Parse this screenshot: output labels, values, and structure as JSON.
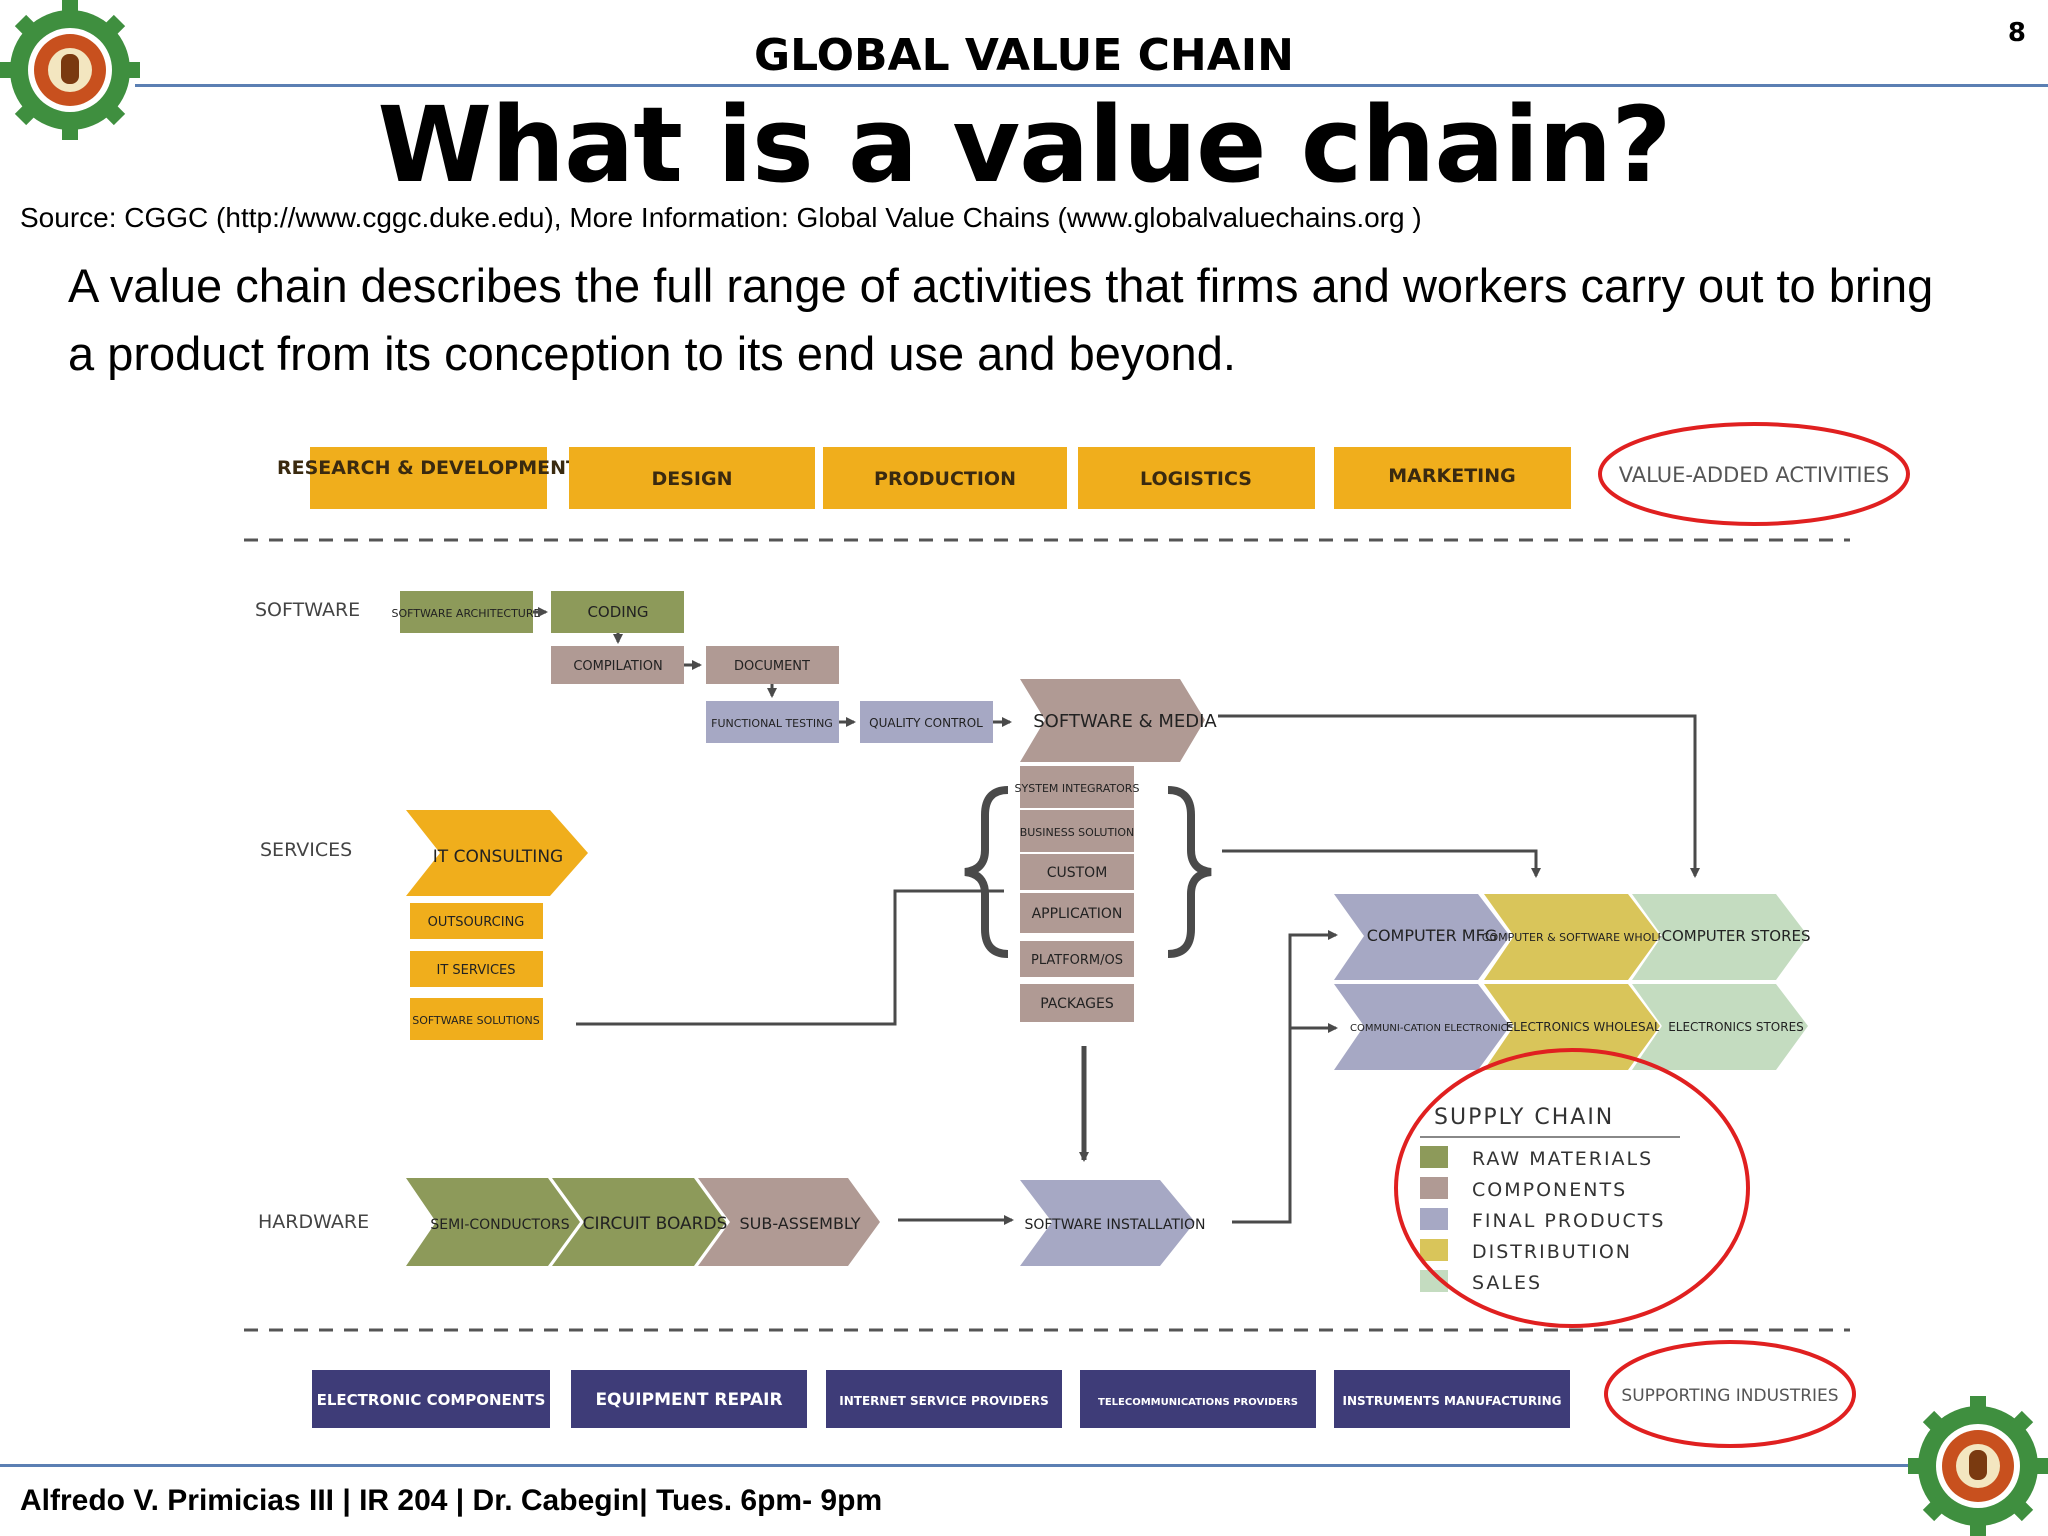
{
  "header": {
    "title": "GLOBAL VALUE CHAIN",
    "page_number": "8"
  },
  "slide": {
    "title": "What is a value chain?",
    "source": "Source: CGGC (http://www.cggc.duke.edu), More Information: Global Value Chains (www.globalvaluechains.org )",
    "description": "A value chain describes the full range of activities that firms and workers carry out to bring a product from its conception to its end use and beyond."
  },
  "footer": {
    "text": "Alfredo V. Primicias III | IR 204 | Dr. Cabegin| Tues. 6pm- 9pm"
  },
  "colors": {
    "raw_materials": "#8d9a5a",
    "components": "#b09a94",
    "final_products": "#a6a8c4",
    "distribution": "#d9c55a",
    "sales": "#c4dcc0",
    "value_added": "#f0ae1c",
    "supporting": "#3e3c78",
    "highlight_circle": "#e02020",
    "rule": "#5b7fb3"
  },
  "diagram": {
    "value_added_activities": {
      "items": [
        "RESEARCH & DEVELOPMENT",
        "DESIGN",
        "PRODUCTION",
        "LOGISTICS",
        "MARKETING"
      ],
      "label": "VALUE-ADDED ACTIVITIES"
    },
    "rows": {
      "software": "SOFTWARE",
      "services": "SERVICES",
      "hardware": "HARDWARE"
    },
    "software": {
      "architecture": "SOFTWARE ARCHITECTURE",
      "coding": "CODING",
      "compilation": "COMPILATION",
      "document": "DOCUMENT",
      "functional_testing": "FUNCTIONAL TESTING",
      "quality_control": "QUALITY CONTROL",
      "software_media": "SOFTWARE & MEDIA"
    },
    "services": {
      "it_consulting": "IT CONSULTING",
      "outsourcing": "OUTSOURCING",
      "it_services": "IT SERVICES",
      "software_solutions": "SOFTWARE SOLUTIONS"
    },
    "stack": [
      "SYSTEM INTEGRATORS",
      "BUSINESS SOLUTION",
      "CUSTOM",
      "APPLICATION",
      "PLATFORM/OS",
      "PACKAGES"
    ],
    "hardware": {
      "semiconductors": "SEMI-CONDUCTORS",
      "circuit_boards": "CIRCUIT BOARDS",
      "sub_assembly": "SUB-ASSEMBLY",
      "software_installation": "SOFTWARE INSTALLATION"
    },
    "outputs": {
      "computer_mfg": "COMPUTER MFG",
      "computer_software_wholesale": "COMPUTER & SOFTWARE WHOLESALE",
      "computer_stores": "COMPUTER STORES",
      "communication_electronics": "COMMUNI-CATION ELECTRONICS",
      "electronics_wholesale": "ELECTRONICS WHOLESALE",
      "electronics_stores": "ELECTRONICS STORES"
    },
    "legend": {
      "title": "SUPPLY CHAIN",
      "items": [
        "RAW MATERIALS",
        "COMPONENTS",
        "FINAL PRODUCTS",
        "DISTRIBUTION",
        "SALES"
      ]
    },
    "supporting_industries": {
      "items": [
        "ELECTRONIC COMPONENTS",
        "EQUIPMENT REPAIR",
        "INTERNET SERVICE PROVIDERS",
        "TELECOMMUNICATIONS PROVIDERS",
        "INSTRUMENTS MANUFACTURING"
      ],
      "label": "SUPPORTING INDUSTRIES"
    }
  }
}
